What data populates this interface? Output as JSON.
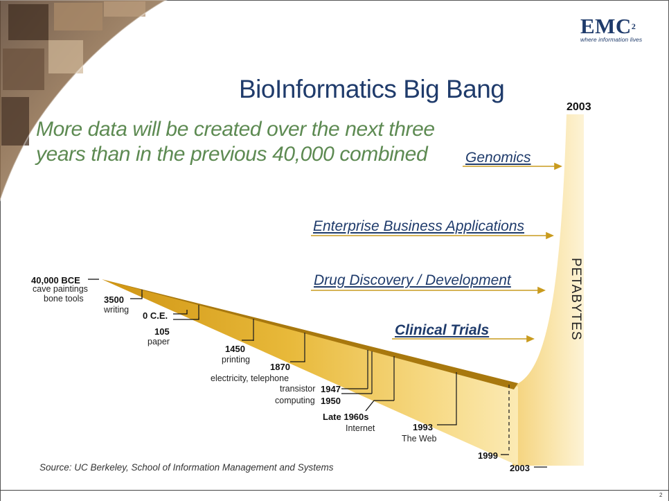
{
  "slide": {
    "title": "BioInformatics Big Bang",
    "subtitle_line1": "More data will be created over the next three",
    "subtitle_line2": "years than in the previous 40,000 combined",
    "source": "Source: UC Berkeley, School of Information Management and Systems",
    "page_number": "2"
  },
  "logo": {
    "mark": "EMC",
    "superscript": "2",
    "tagline": "where information lives"
  },
  "segments": {
    "genomics": "Genomics",
    "enterprise": "Enterprise Business Applications",
    "drug": "Drug Discovery / Development",
    "clinical": "Clinical Trials"
  },
  "axis": {
    "top_year": "2003",
    "unit": "PETABYTES"
  },
  "timeline": {
    "y40000": "40,000 BCE",
    "cave": "cave paintings",
    "bone": "bone tools",
    "y3500": "3500",
    "writing": "writing",
    "y0ce": "0 C.E.",
    "y105": "105",
    "paper": "paper",
    "y1450": "1450",
    "printing": "printing",
    "y1870": "1870",
    "electricity": "electricity, telephone",
    "transistor": "transistor",
    "y1947": "1947",
    "computing": "computing",
    "y1950": "1950",
    "late1960s": "Late 1960s",
    "internet": "Internet",
    "y1993": "1993",
    "web": "The Web",
    "y1999": "1999",
    "y2003": "2003"
  },
  "colors": {
    "title": "#1f3b6b",
    "subtitle": "#5d8a52",
    "band_gold": "#d9a41a",
    "arrow_gold": "#c99b1e"
  }
}
